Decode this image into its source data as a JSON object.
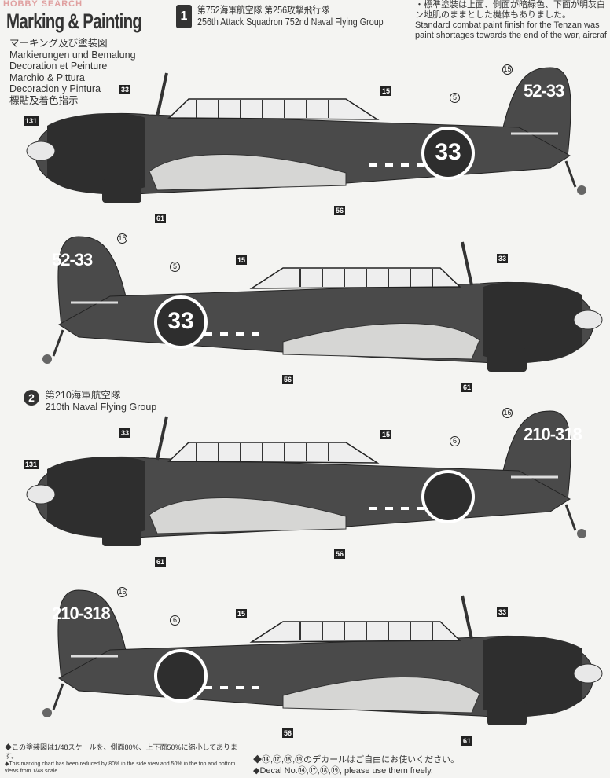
{
  "watermark": "HOBBY SEARCH",
  "header": {
    "title": "Marking & Painting",
    "languages": [
      "マーキング及び塗装図",
      "Markierungen und Bemalung",
      "Decoration et Peinture",
      "Marchio & Pittura",
      "Decoracion y Pintura",
      "標貼及着色指示"
    ]
  },
  "note": {
    "jp_line1": "・標準塗装は上面、側面が暗緑色、下面が明灰白",
    "jp_line2": "ン地肌のままとした機体もありました。",
    "en_line1": "Standard combat paint finish for the Tenzan was",
    "en_line2": "paint shortages towards the end of the war, aircraf"
  },
  "schemes": [
    {
      "number": "1",
      "jp": "第752海軍航空隊 第256攻撃飛行隊",
      "en": "256th Attack Squadron 752nd Naval Flying Group"
    },
    {
      "number": "2",
      "jp": "第210海軍航空隊",
      "en": "210th Naval Flying Group"
    }
  ],
  "aircraft": [
    {
      "tail_code": "52-33",
      "roundel_number": "33",
      "callouts": {
        "spinner": "131",
        "cowl": "33",
        "fuselage": "15",
        "roundel": "5",
        "tail": "15",
        "exhaust": "61",
        "wing": "56"
      }
    },
    {
      "tail_code": "52-33",
      "roundel_number": "33",
      "callouts": {
        "cowl": "33",
        "fuselage": "15",
        "roundel": "5",
        "tail": "15",
        "exhaust": "61",
        "wing": "56"
      }
    },
    {
      "tail_code": "210-318",
      "roundel_number": "",
      "callouts": {
        "spinner": "131",
        "cowl": "33",
        "fuselage": "15",
        "roundel": "6",
        "tail": "16",
        "exhaust": "61",
        "wing": "56"
      }
    },
    {
      "tail_code": "210-318",
      "roundel_number": "",
      "callouts": {
        "cowl": "33",
        "fuselage": "15",
        "roundel": "6",
        "tail": "16",
        "exhaust": "61",
        "wing": "56"
      }
    }
  ],
  "footer": {
    "scale_jp": "◆この塗装図は1/48スケールを、側面80%、上下面50%に縮小してあります。",
    "scale_en": "◆This marking chart has been reduced by 80% in the side view and 50% in the top and bottom views from 1/48 scale.",
    "decal_jp": "◆⑭,⑰,⑱,⑲のデカールはご自由にお使いください。",
    "decal_en": "◆Decal No.⑭,⑰,⑱,⑲, please use them freely."
  },
  "colors": {
    "fuselage": "#4a4a4a",
    "cowl": "#2e2e2e",
    "underside": "#d6d6d4",
    "paper": "#f4f4f2"
  }
}
